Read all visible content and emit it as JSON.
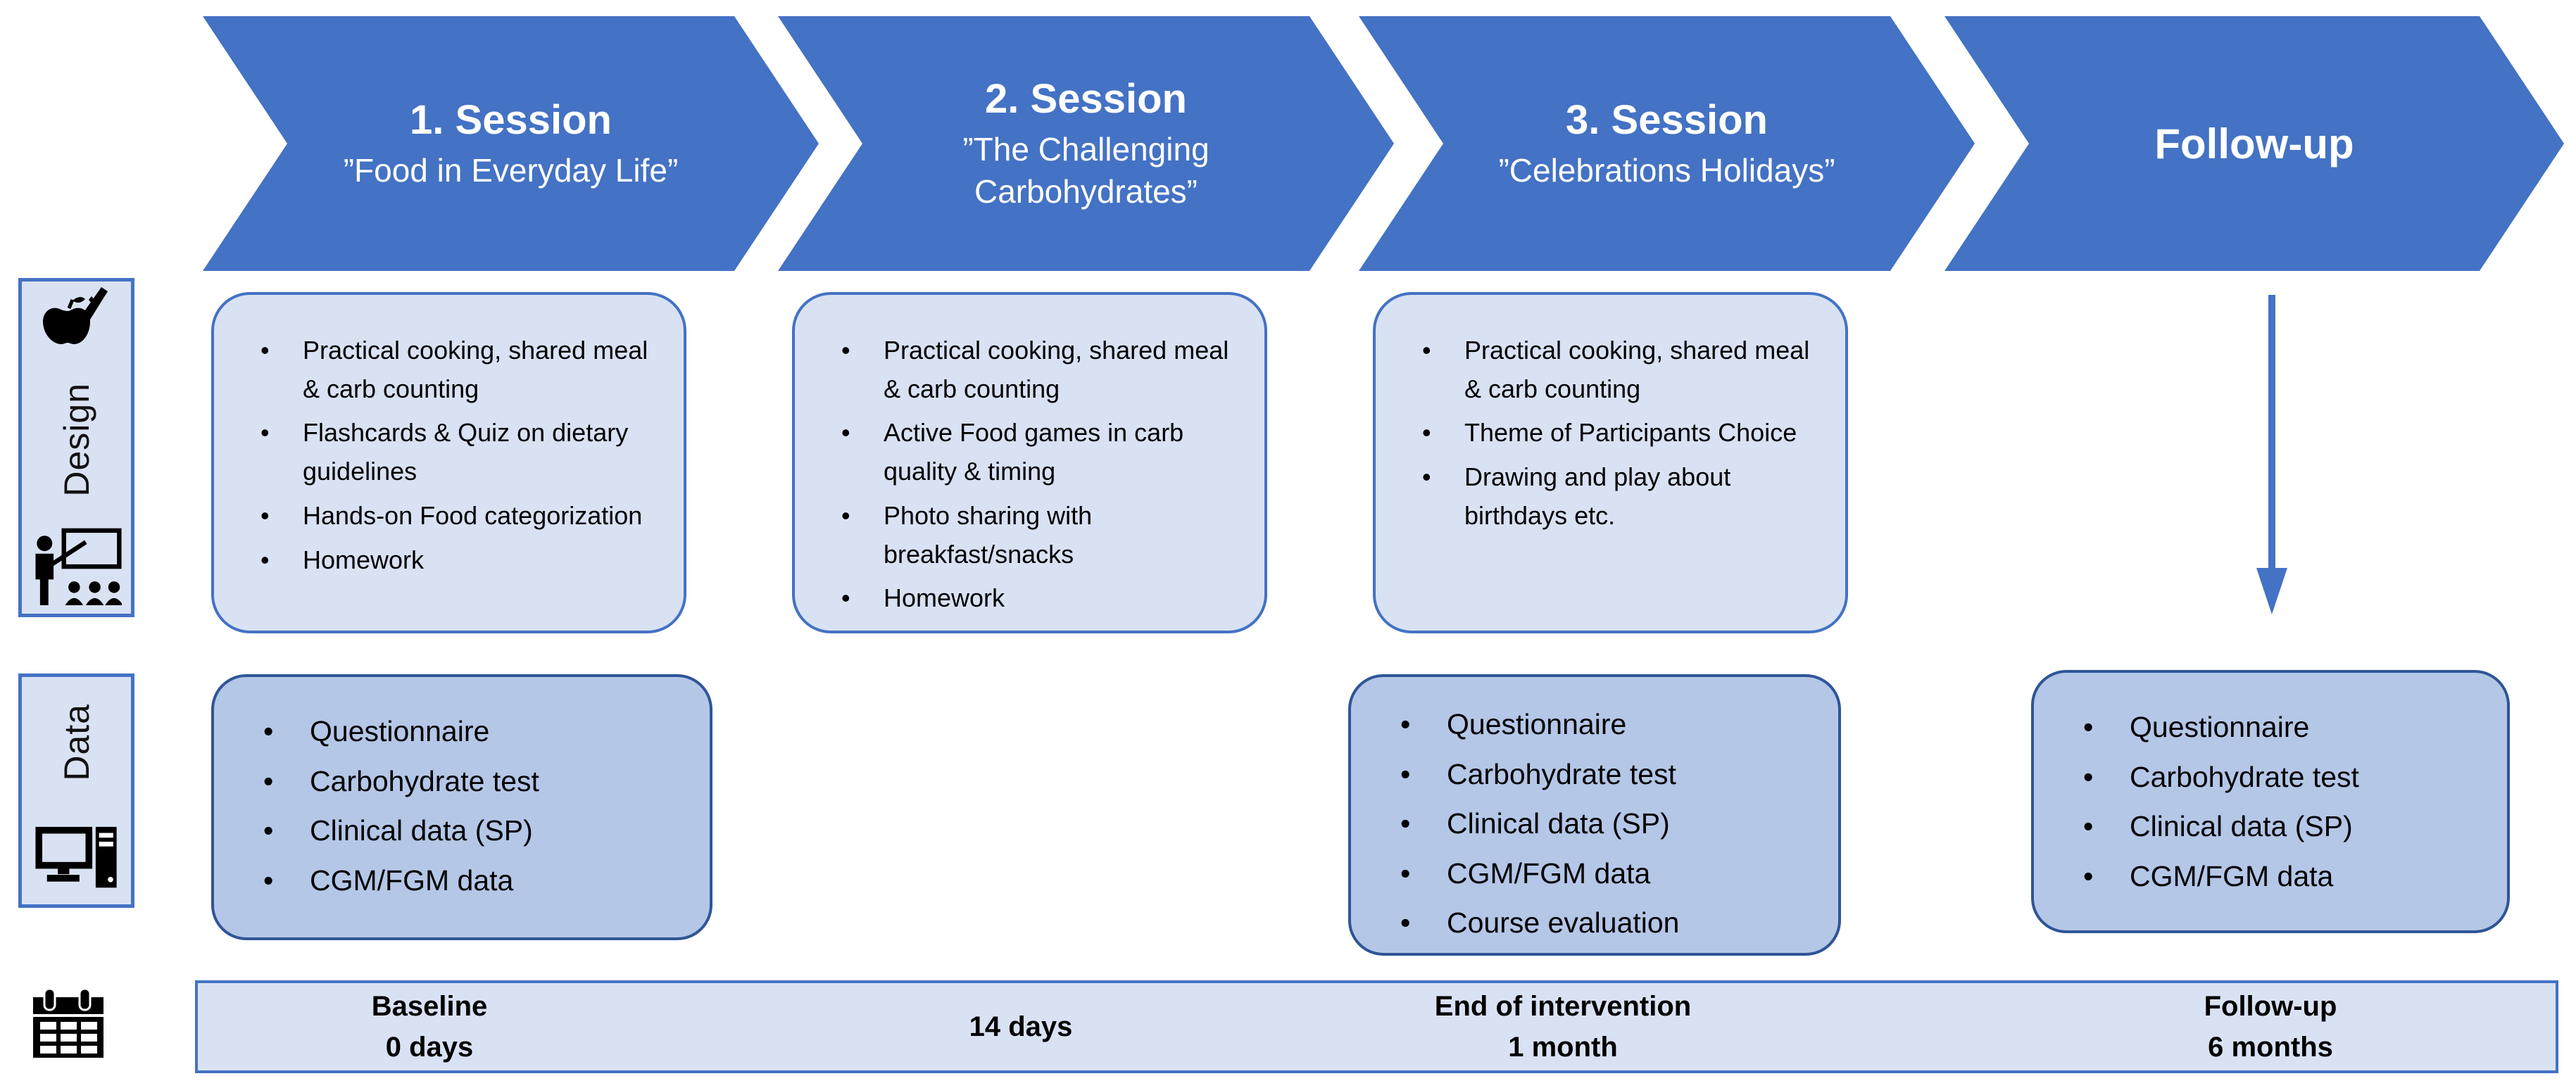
{
  "figure": {
    "type": "study-design-flow-diagram",
    "description": "Intervention flow with three sessions, follow-up, design activities, data collection and timeline"
  },
  "colors": {
    "arrow_blue": "#4472C4",
    "light_fill": "#D9E2F3",
    "medium_fill": "#B4C7E7",
    "dark_border": "#2F5597",
    "border_blue": "#4472C4",
    "text_on_arrow": "#FFFFFF",
    "icon_black": "#000000"
  },
  "row_labels": {
    "design": "Design",
    "data": "Data"
  },
  "sessions": [
    {
      "title": "1. Session",
      "subtitle": "”Food in Everyday Life”"
    },
    {
      "title": "2. Session",
      "subtitle": "”The Challenging Carbohydrates”"
    },
    {
      "title": "3. Session",
      "subtitle": "”Celebrations Holidays”"
    },
    {
      "title": "Follow-up",
      "subtitle": ""
    }
  ],
  "design_boxes": [
    {
      "items": [
        "Practical cooking, shared meal & carb counting",
        "Flashcards & Quiz on dietary guidelines",
        "Hands-on Food categorization",
        "Homework"
      ]
    },
    {
      "items": [
        "Practical cooking, shared meal & carb counting",
        "Active Food games in carb quality & timing",
        "Photo sharing with breakfast/snacks",
        "Homework"
      ]
    },
    {
      "items": [
        "Practical cooking, shared meal & carb counting",
        "Theme of Participants Choice",
        "Drawing and play about birthdays etc."
      ]
    }
  ],
  "data_boxes": [
    {
      "items": [
        "Questionnaire",
        "Carbohydrate test",
        "Clinical data (SP)",
        "CGM/FGM data"
      ]
    },
    {
      "items": [
        "Questionnaire",
        "Carbohydrate test",
        "Clinical data (SP)",
        "CGM/FGM data",
        "Course evaluation"
      ]
    },
    {
      "items": [
        "Questionnaire",
        "Carbohydrate test",
        "Clinical data (SP)",
        "CGM/FGM data"
      ]
    }
  ],
  "timeline": [
    {
      "line1": "Baseline",
      "line2": "0 days"
    },
    {
      "line1": "14 days",
      "line2": ""
    },
    {
      "line1": "End of intervention",
      "line2": "1 month"
    },
    {
      "line1": "Follow-up",
      "line2": "6 months"
    }
  ],
  "icons": {
    "design_top": "nutrition-apple-knife-icon",
    "design_bottom": "teacher-presentation-icon",
    "data_bottom": "desktop-computer-icon",
    "timeline": "calendar-icon",
    "followup_connector": "down-arrow"
  }
}
